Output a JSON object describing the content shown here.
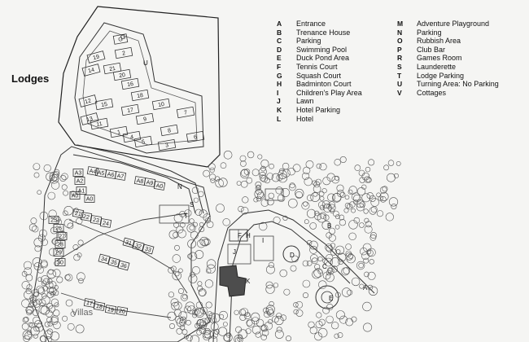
{
  "map": {
    "labels": {
      "lodges": "Lodges",
      "villas": "Villas"
    },
    "legend_left": [
      {
        "key": "A",
        "text": "Entrance"
      },
      {
        "key": "B",
        "text": "Trenance House"
      },
      {
        "key": "C",
        "text": "Parking"
      },
      {
        "key": "D",
        "text": "Swimming Pool"
      },
      {
        "key": "E",
        "text": "Duck Pond Area"
      },
      {
        "key": "F",
        "text": "Tennis Court"
      },
      {
        "key": "G",
        "text": "Squash Court"
      },
      {
        "key": "H",
        "text": "Badminton Court"
      },
      {
        "key": "I",
        "text": "Children's Play Area"
      },
      {
        "key": "J",
        "text": "Lawn"
      },
      {
        "key": "K",
        "text": "Hotel Parking"
      },
      {
        "key": "L",
        "text": "Hotel"
      }
    ],
    "legend_right": [
      {
        "key": "M",
        "text": "Adventure Playground"
      },
      {
        "key": "N",
        "text": "Parking"
      },
      {
        "key": "O",
        "text": "Rubbish Area"
      },
      {
        "key": "P",
        "text": "Club Bar"
      },
      {
        "key": "",
        "text": ""
      },
      {
        "key": "R",
        "text": "Games Room"
      },
      {
        "key": "S",
        "text": "Launderette"
      },
      {
        "key": "T",
        "text": "Lodge Parking"
      },
      {
        "key": "U",
        "text": "Turning Area: No Parking"
      },
      {
        "key": "V",
        "text": "Cottages"
      }
    ],
    "map_letters": [
      "A",
      "B",
      "C",
      "D",
      "E",
      "F",
      "G",
      "H",
      "I",
      "J",
      "K",
      "N",
      "S",
      "T",
      "U"
    ],
    "lodge_numbers": [
      "19",
      "2",
      "20",
      "21",
      "14",
      "16",
      "18",
      "15",
      "12",
      "17",
      "10",
      "13",
      "11",
      "9",
      "7",
      "8",
      "6",
      "4",
      "5",
      "3",
      "1"
    ],
    "villa_numbers": [
      "A4",
      "A5",
      "A6",
      "A7",
      "A8",
      "A9",
      "A0",
      "A3",
      "A2",
      "A1",
      "A0",
      "A0",
      "21",
      "22",
      "23",
      "24",
      "25",
      "26",
      "27",
      "28",
      "29",
      "30",
      "31",
      "32",
      "33",
      "34",
      "35",
      "36",
      "17",
      "18",
      "19",
      "20"
    ]
  }
}
